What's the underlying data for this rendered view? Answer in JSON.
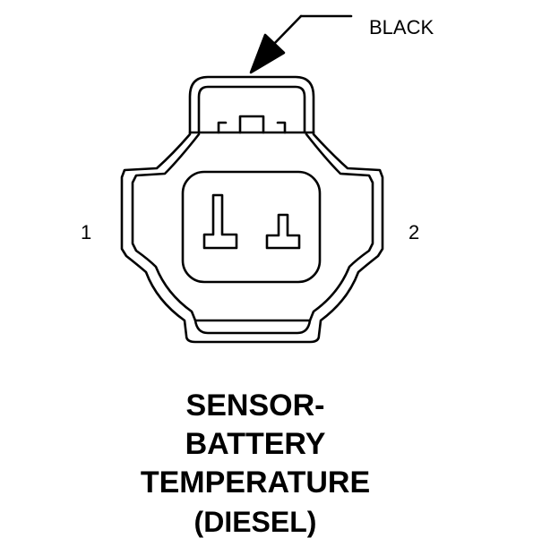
{
  "connector": {
    "color_label": "BLACK",
    "pin_labels": [
      "1",
      "2"
    ]
  },
  "title": {
    "lines": [
      "SENSOR-",
      "BATTERY",
      "TEMPERATURE"
    ],
    "subtitle": "(DIESEL)"
  }
}
